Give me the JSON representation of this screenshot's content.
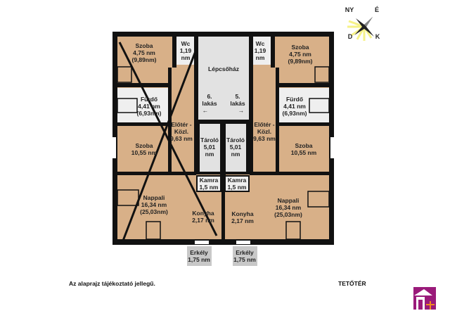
{
  "colors": {
    "wood": "#d8b088",
    "wall": "#111111",
    "hall": "#e2e2e2",
    "bath": "#efefef",
    "balcony": "#c8c8c8",
    "logo": "#9a1a7a",
    "logo_accent": "#f08a20",
    "compass_glow": "#f4f06a"
  },
  "compass": {
    "nw": "NY",
    "ne": "É",
    "sw": "D",
    "se": "K"
  },
  "rooms": {
    "stair": "Lépcsőház",
    "flat6": {
      "line1": "6.",
      "line2": "lakás"
    },
    "flat5": {
      "line1": "5.",
      "line2": "lakás"
    },
    "left": {
      "szoba_top": {
        "name": "Szoba",
        "area": "4,75 nm",
        "area2": "(9,89nm)"
      },
      "wc": {
        "name": "Wc",
        "area1": "1,19",
        "area2": "nm"
      },
      "furdo": {
        "name": "Fürdő",
        "area": "4,41 nm",
        "area2": "(6,93nm)"
      },
      "eloter": {
        "name": "Előtér -",
        "name2": "Közl.",
        "area": "9,63 nm"
      },
      "szoba": {
        "name": "Szoba",
        "area": "10,55 nm"
      },
      "tarolo": {
        "name": "Tároló",
        "area": "5,01",
        "unit": "nm"
      },
      "kamra": {
        "name": "Kamra",
        "area": "1,5 nm"
      },
      "nappali": {
        "name": "Nappali",
        "area": "16,34 nm",
        "area2": "(25,03nm)"
      },
      "konyha": {
        "name": "Konyha",
        "area": "2,17 nm"
      },
      "erkely": {
        "name": "Erkély",
        "area": "1,75 nm"
      }
    },
    "right": {
      "szoba_top": {
        "name": "Szoba",
        "area": "4,75 nm",
        "area2": "(9,89nm)"
      },
      "wc": {
        "name": "Wc",
        "area1": "1,19",
        "area2": "nm"
      },
      "furdo": {
        "name": "Fürdő",
        "area": "4,41 nm",
        "area2": "(6,93nm)"
      },
      "eloter": {
        "name": "Előtér -",
        "name2": "Közl.",
        "area": "9,63 nm"
      },
      "szoba": {
        "name": "Szoba",
        "area": "10,55 nm"
      },
      "tarolo": {
        "name": "Tároló",
        "area": "5,01",
        "unit": "nm"
      },
      "kamra": {
        "name": "Kamra",
        "area": "1,5 nm"
      },
      "nappali": {
        "name": "Nappali",
        "area": "16,34 nm",
        "area2": "(25,03nm)"
      },
      "konyha": {
        "name": "Konyha",
        "area": "2,17 nm"
      },
      "erkely": {
        "name": "Erkély",
        "area": "1,75 nm"
      }
    }
  },
  "footer": {
    "disclaimer": "Az alaprajz tájékoztató jellegű.",
    "floor": "TETŐTÉR"
  }
}
